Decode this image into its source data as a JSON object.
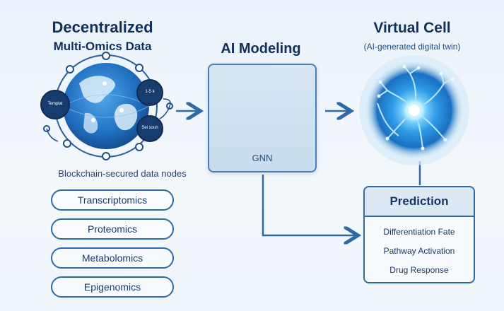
{
  "data_column": {
    "title_line1": "Decentralized",
    "title_line2": "Multi-Omics Data",
    "node_labels": [
      "Templat",
      "1-5 k",
      "Sei soun"
    ],
    "caption": "Blockchain-secured data nodes",
    "omics": [
      "Transcriptomics",
      "Proteomics",
      "Metabolomics",
      "Epigenomics"
    ]
  },
  "model_column": {
    "title": "AI Modeling",
    "network_label": "GNN"
  },
  "cell_column": {
    "title": "Virtual Cell",
    "subtitle": "(AI-generated digital twin)"
  },
  "prediction": {
    "title": "Prediction",
    "items": [
      "Differentiation Fate",
      "Pathway Activation",
      "Drug Response"
    ]
  },
  "colors": {
    "navy": "#102f5b",
    "accent": "#2f6aa6",
    "cell_glow": "#3aa6f0"
  }
}
